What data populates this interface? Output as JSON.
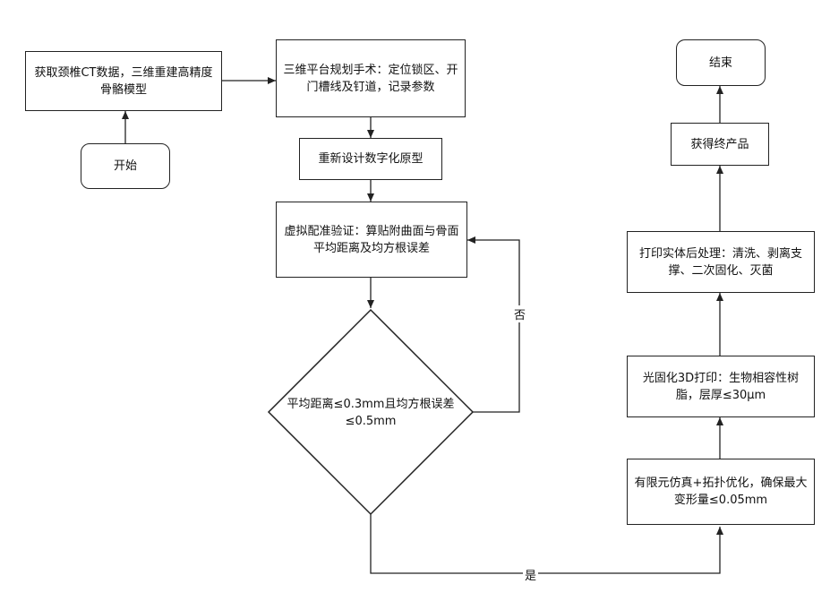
{
  "nodes": {
    "acquire_ct": "获取颈椎CT数据，三维重建高精度骨骼模型",
    "start": "开始",
    "planning": "三维平台规划手术：定位锁区、开门槽线及钉道，记录参数",
    "redesign": "重新设计数字化原型",
    "virtual_check": "虚拟配准验证：算贴附曲面与骨面平均距离及均方根误差",
    "decision": "平均距离≤0.3mm且均方根误差≤0.5mm",
    "fem_opt": "有限元仿真+拓扑优化，确保最大变形量≤0.05mm",
    "print3d": "光固化3D打印：生物相容性树脂，层厚≤30μm",
    "post_process": "打印实体后处理：清洗、剥离支撑、二次固化、灭菌",
    "final_product": "获得终产品",
    "end": "结束"
  },
  "edge_labels": {
    "no": "否",
    "yes": "是"
  }
}
